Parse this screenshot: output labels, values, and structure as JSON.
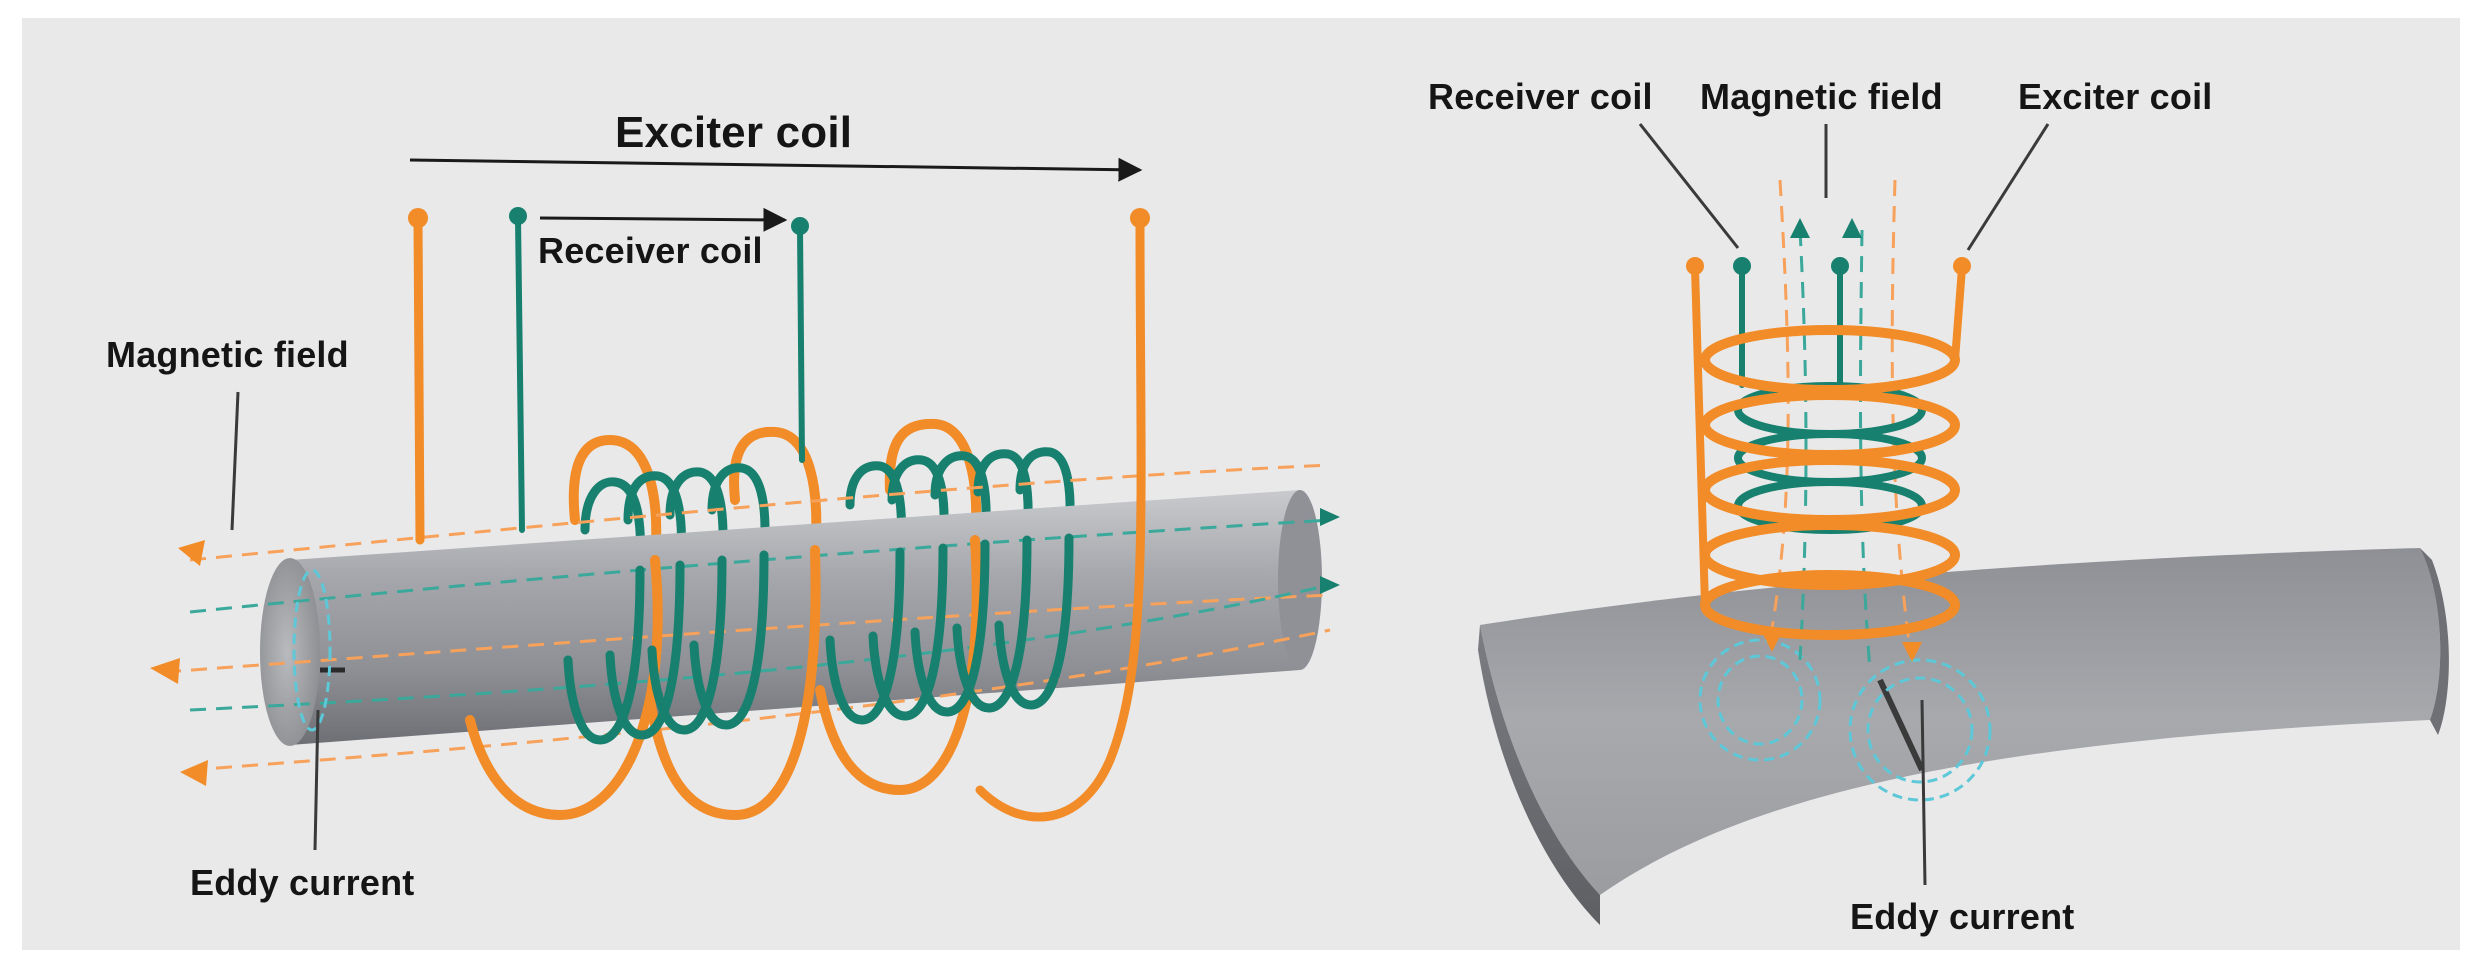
{
  "left_panel": {
    "exciter_coil_label": "Exciter coil",
    "receiver_coil_label": "Receiver coil",
    "magnetic_field_label": "Magnetic field",
    "eddy_current_label": "Eddy current"
  },
  "right_panel": {
    "receiver_coil_label": "Receiver coil",
    "magnetic_field_label": "Magnetic field",
    "exciter_coil_label": "Exciter coil",
    "eddy_current_label": "Eddy current"
  },
  "colors": {
    "exciter_coil": "#f28c28",
    "receiver_coil": "#18806e",
    "magnetic_field_orange": "#f7a15a",
    "magnetic_field_teal": "#3aa89a",
    "eddy_current": "#5cc8d8",
    "metal": "#9a9ca1",
    "background": "#e9e9ea",
    "label_text": "#151515"
  }
}
